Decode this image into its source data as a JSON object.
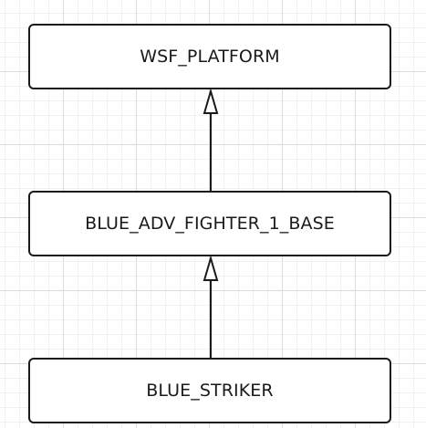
{
  "nodes": [
    {
      "id": "wsf-platform",
      "label": "WSF_PLATFORM"
    },
    {
      "id": "blue-adv-fighter-1-base",
      "label": "BLUE_ADV_FIGHTER_1_BASE"
    },
    {
      "id": "blue-striker",
      "label": "BLUE_STRIKER"
    }
  ],
  "edges": [
    {
      "from": "blue-adv-fighter-1-base",
      "to": "wsf-platform",
      "arrow": "hollow-triangle"
    },
    {
      "from": "blue-striker",
      "to": "blue-adv-fighter-1-base",
      "arrow": "hollow-triangle"
    }
  ],
  "colors": {
    "stroke": "#1a1a1a",
    "node_fill": "#ffffff",
    "grid": "#dcdcdc"
  }
}
